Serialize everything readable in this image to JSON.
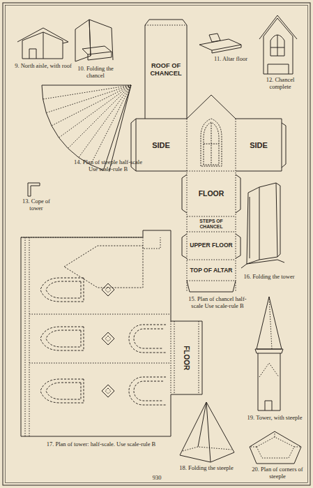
{
  "diagram": {
    "nodes": [
      {
        "text": [
          "ROOF OF CHANCEL"
        ]
      },
      {
        "text": [
          "SIDE"
        ]
      },
      {
        "text": [
          "SIDE"
        ]
      },
      {
        "text": [
          "FLOOR"
        ]
      },
      {
        "text": [
          "STEPS OF CHANCEL"
        ]
      },
      {
        "text": [
          "UPPER FLOOR"
        ]
      },
      {
        "text": [
          "TOP OF ALTAR"
        ]
      },
      {
        "text": [
          "FLOOR"
        ]
      }
    ],
    "edges": [],
    "labels": [
      "9. North aisle, with roof",
      "10. Folding the chancel",
      "11. Altar floor",
      "12. Chancel complete",
      "14. Plan of steeple half-scale Use scale-rule B",
      "13. Cope of tower",
      "15. Plan of chancel half-scale Use scale-rule B",
      "16. Folding the tower",
      "17. Plan of tower: half-scale. Use scale-rule B",
      "19. Tower, with steeple",
      "18. Folding the steeple",
      "20. Plan of corners of steeple",
      "930"
    ]
  }
}
